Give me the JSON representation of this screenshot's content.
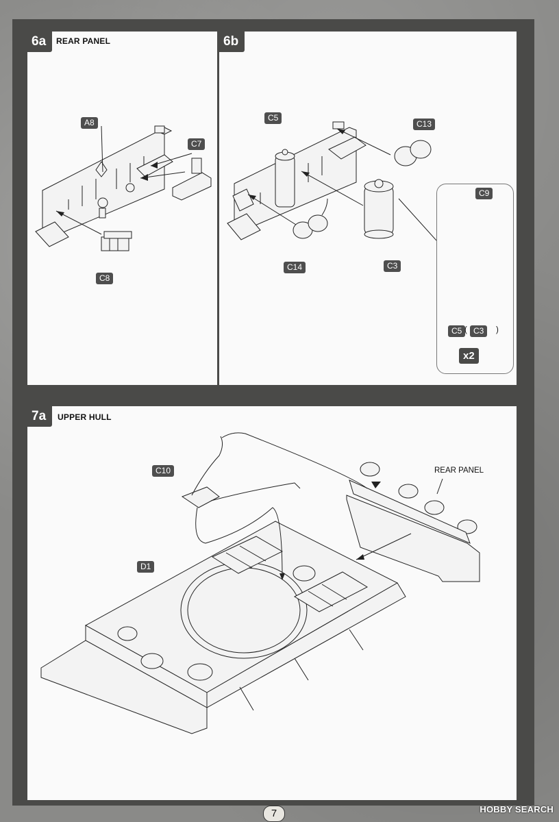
{
  "steps": {
    "s6a": {
      "number": "6a",
      "title": "REAR PANEL",
      "parts": {
        "a8": "A8",
        "c7": "C7",
        "c8": "C8"
      }
    },
    "s6b": {
      "number": "6b",
      "parts": {
        "c5": "C5",
        "c13": "C13",
        "c14": "C14",
        "c3": "C3",
        "c9": "C9"
      },
      "inset": {
        "left_part": "C5",
        "open": "(",
        "right_part": "C3",
        "close": ")",
        "multiplier": "x2"
      }
    },
    "s7a": {
      "number": "7a",
      "title": "UPPER HULL",
      "parts": {
        "c10": "C10",
        "d1": "D1"
      },
      "rear_panel_label": "REAR PANEL"
    }
  },
  "page_number": "7",
  "watermark": "HOBBY SEARCH"
}
